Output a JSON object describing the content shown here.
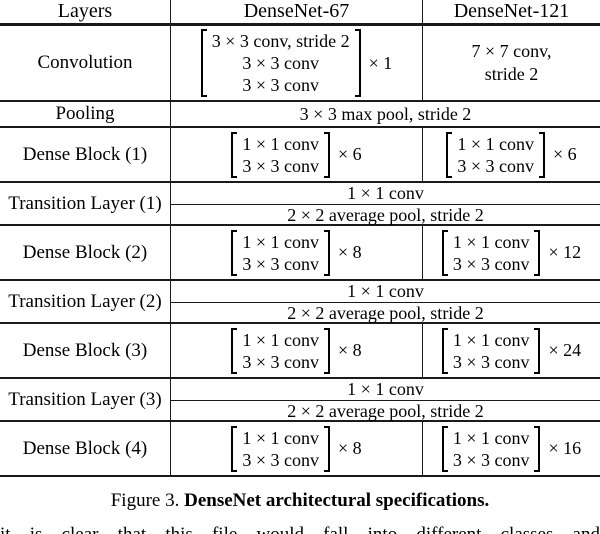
{
  "header": {
    "cols": [
      "Layers",
      "DenseNet-67",
      "DenseNet-121"
    ]
  },
  "rows": {
    "convolution": {
      "label": "Convolution",
      "d67": {
        "lines": [
          "3 × 3 conv, stride 2",
          "3 × 3 conv",
          "3 × 3 conv"
        ],
        "mult": "× 1"
      },
      "d121": {
        "lines": [
          "7 × 7 conv,",
          "stride 2"
        ]
      }
    },
    "pooling": {
      "label": "Pooling",
      "content": "3 × 3 max pool, stride 2"
    },
    "dense1": {
      "label": "Dense Block (1)",
      "d67": {
        "lines": [
          "1 × 1 conv",
          "3 × 3 conv"
        ],
        "mult": "× 6"
      },
      "d121": {
        "lines": [
          "1 × 1 conv",
          "3 × 3 conv"
        ],
        "mult": "× 6"
      }
    },
    "trans1": {
      "label": "Transition Layer (1)",
      "conv": "1 × 1 conv",
      "pool": "2 × 2 average pool, stride 2"
    },
    "dense2": {
      "label": "Dense Block (2)",
      "d67": {
        "lines": [
          "1 × 1 conv",
          "3 × 3 conv"
        ],
        "mult": "× 8"
      },
      "d121": {
        "lines": [
          "1 × 1 conv",
          "3 × 3 conv"
        ],
        "mult": "× 12"
      }
    },
    "trans2": {
      "label": "Transition Layer (2)",
      "conv": "1 × 1 conv",
      "pool": "2 × 2 average pool, stride 2"
    },
    "dense3": {
      "label": "Dense Block (3)",
      "d67": {
        "lines": [
          "1 × 1 conv",
          "3 × 3 conv"
        ],
        "mult": "× 8"
      },
      "d121": {
        "lines": [
          "1 × 1 conv",
          "3 × 3 conv"
        ],
        "mult": "× 24"
      }
    },
    "trans3": {
      "label": "Transition Layer (3)",
      "conv": "1 × 1 conv",
      "pool": "2 × 2 average pool, stride 2"
    },
    "dense4": {
      "label": "Dense Block (4)",
      "d67": {
        "lines": [
          "1 × 1 conv",
          "3 × 3 conv"
        ],
        "mult": "× 8"
      },
      "d121": {
        "lines": [
          "1 × 1 conv",
          "3 × 3 conv"
        ],
        "mult": "× 16"
      }
    }
  },
  "caption": {
    "figure": "Figure 3.",
    "title": "DenseNet architectural specifications."
  },
  "partial_line": {
    "words": [
      "it",
      "is",
      "clear",
      "that",
      "this",
      "file",
      "would",
      "fall",
      "into",
      "different",
      "classes",
      "and"
    ]
  }
}
